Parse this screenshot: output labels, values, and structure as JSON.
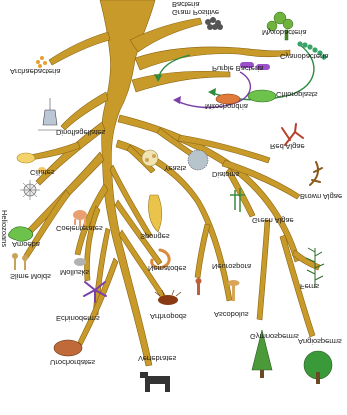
{
  "labels": {
    "archaebacteria": "Archaebacteria",
    "gram_positive_bacteria": "Gram Positive\nBacteria",
    "myxobacteria": "Myxobacteria",
    "cyanobacteria": "Cyanobacteria",
    "purple_bacteria": "Purple Bacteria",
    "chloroplasts": "Chloroplasts",
    "mitochondria": "Mitochondria",
    "dinoflagellates": "Dinoflagellates",
    "ciliates": "Ciliates",
    "heliozoans": "Heliozoans",
    "amoeba": "Amoeba",
    "slime_molds": "Slime Molds",
    "coelenterates": "Coelenterates",
    "mollusks": "Mollusks",
    "echinoderms": "Echinoderms",
    "urochordates": "Urochordates",
    "vertebrates": "Vertebrates",
    "sponges": "Sponges",
    "nematodes": "Nematodes",
    "arthropods": "Arthropods",
    "yeasts": "Yeasts",
    "diatoms": "Diatoms",
    "red_algae": "Red Algae",
    "brown_algae": "Brown Algae",
    "green_algae": "Green Algae",
    "neurospora": "Neurospora",
    "ascobolus": "Ascobolus",
    "ferns": "Ferns",
    "gymnosperms": "Gymnosperms",
    "angiosperms": "Angiosperms"
  },
  "colors": {
    "trunk": "#c89a2a",
    "trunk_outline": "#8a6412",
    "arrow_green": "#2e8b3e",
    "arrow_purple": "#7b3fa8",
    "text": "#1a1a1a"
  }
}
